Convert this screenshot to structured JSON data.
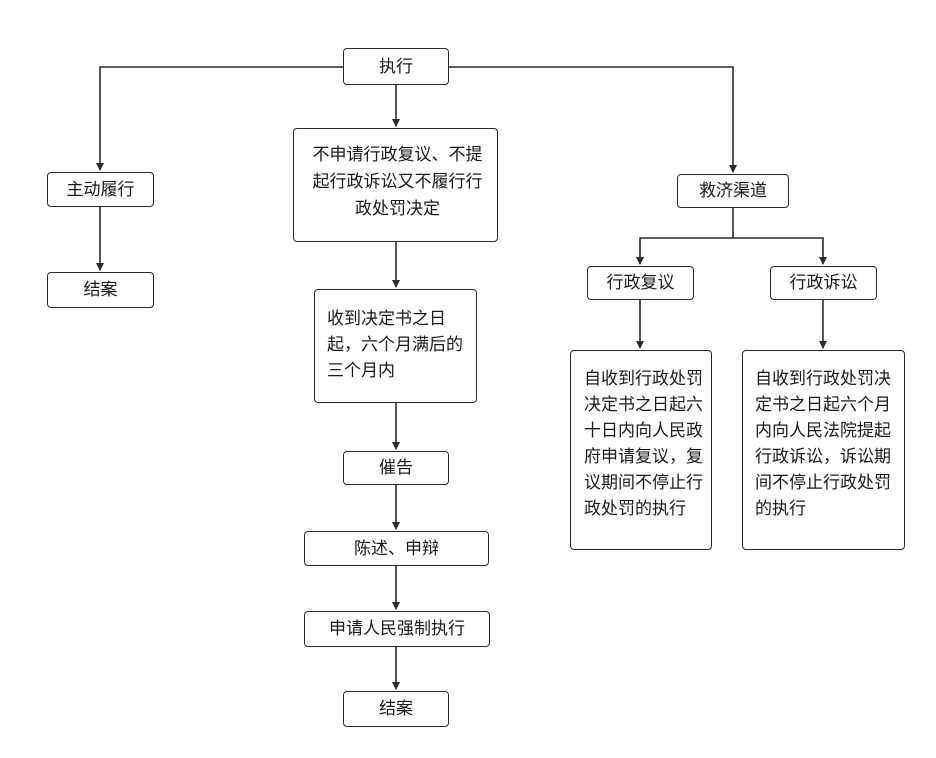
{
  "flowchart": {
    "root": "执行",
    "voluntary": {
      "label": "主动履行",
      "end": "结案"
    },
    "non_compliance": {
      "label": "不申请行政复议、不提起行政诉讼又不履行行政处罚决定",
      "deadline": "收到决定书之日起，六个月满后的三个月内",
      "steps": [
        "催告",
        "陈述、申辩",
        "申请人民强制执行"
      ],
      "end": "结案"
    },
    "remedy": {
      "label": "救济渠道",
      "reconsideration": {
        "label": "行政复议",
        "detail": "自收到行政处罚决定书之日起六十日内向人民政府申请复议，复议期间不停止行政处罚的执行"
      },
      "litigation": {
        "label": "行政诉讼",
        "detail": "自收到行政处罚决定书之日起六个月内向人民法院提起行政诉讼，诉讼期间不停止行政处罚的执行"
      }
    }
  }
}
